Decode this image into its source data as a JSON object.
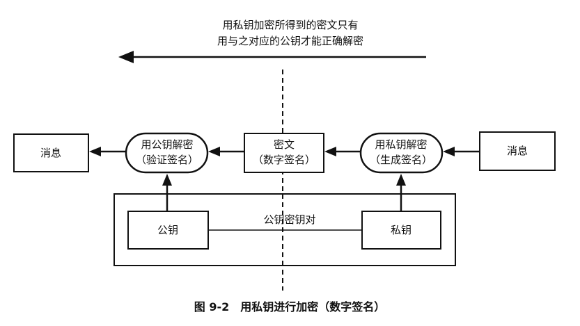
{
  "top_note": {
    "line1": "用私钥加密所得到的密文只有",
    "line2": "用与之对应的公钥才能正确解密"
  },
  "nodes": {
    "message_left": "消息",
    "decrypt": {
      "line1": "用公钥解密",
      "line2": "（验证签名）"
    },
    "ciphertext": {
      "line1": "密文",
      "line2": "（数字签名）"
    },
    "encrypt": {
      "line1": "用私钥解密",
      "line2": "（生成签名）"
    },
    "message_right": "消息",
    "public_key": "公钥",
    "private_key": "私钥",
    "key_pair": "公钥密钥对"
  },
  "caption": "图 9-2　用私钥进行加密（数字签名）",
  "colors": {
    "ink": "#111111",
    "background": "#ffffff"
  }
}
